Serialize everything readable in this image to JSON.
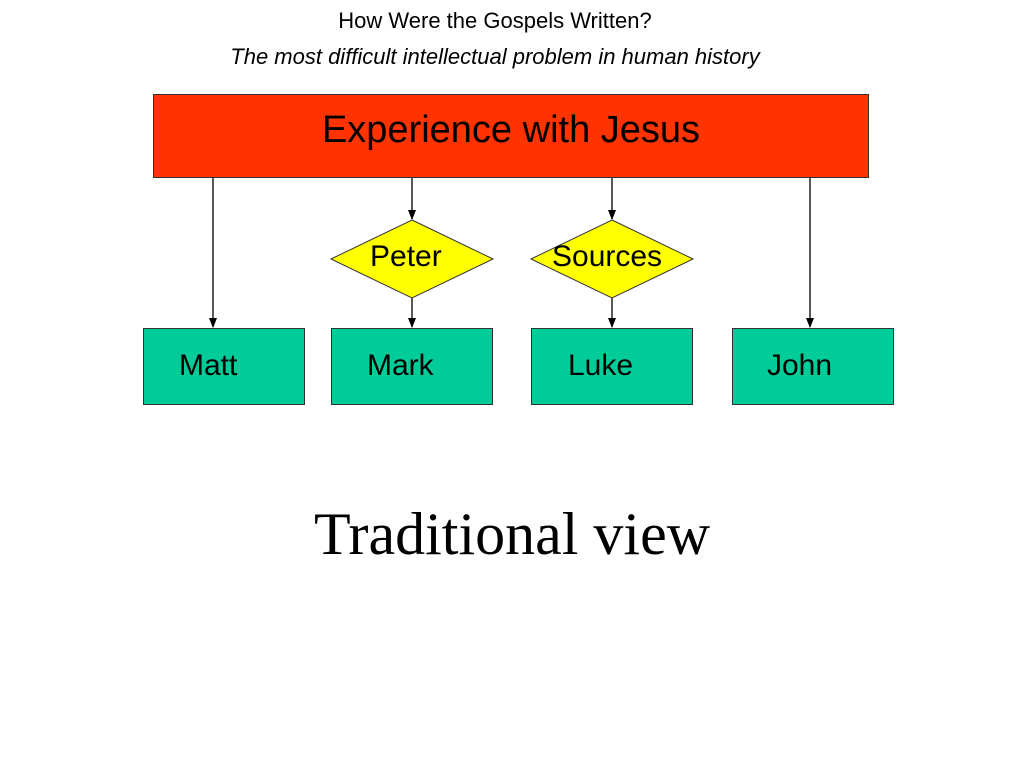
{
  "header": {
    "title": "How  Were the Gospels Written?",
    "subtitle": "The most difficult intellectual problem in human history"
  },
  "diagram": {
    "source": "Experience with Jesus",
    "intermediates": [
      "Peter",
      "Sources"
    ],
    "gospels": [
      "Matt",
      "Mark",
      "Luke",
      "John"
    ]
  },
  "footer": {
    "caption": "Traditional view"
  },
  "colors": {
    "source_fill": "#ff3300",
    "diamond_fill": "#ffff00",
    "gospel_fill": "#00cc99",
    "line": "#000000"
  }
}
